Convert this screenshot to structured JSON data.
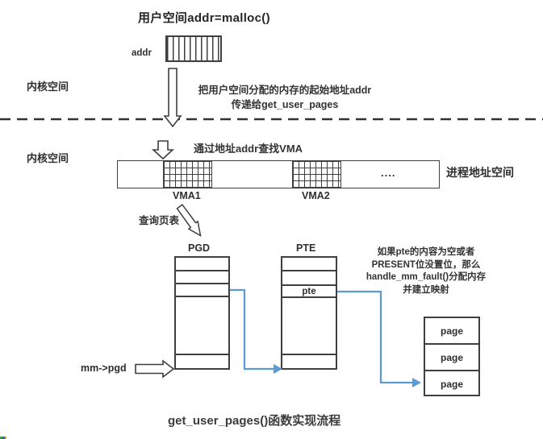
{
  "header": {
    "title": "用户空间addr=malloc()"
  },
  "user_space": {
    "addr_label": "addr"
  },
  "kernel": {
    "top_label": "内核空间",
    "mid_label": "内核空间"
  },
  "flow": {
    "pass_line1": "把用户空间分配的内存的起始地址addr",
    "pass_line2": "传递给get_user_pages",
    "find_vma": "通过地址addr查找VMA",
    "query_page_table": "查询页表"
  },
  "address_space": {
    "label": "进程地址空间",
    "vma1": "VMA1",
    "vma2": "VMA2",
    "dots": "...."
  },
  "page_tables": {
    "pgd_title": "PGD",
    "pte_title": "PTE",
    "pte_cell": "pte",
    "mm_pgd": "mm->pgd"
  },
  "fault_note": {
    "line1": "如果pte的内容为空或者",
    "line2": "PRESENT位没置位，那么",
    "line3": "handle_mm_fault()分配内存",
    "line4": "并建立映射"
  },
  "pages": {
    "cells": [
      "page",
      "page",
      "page"
    ]
  },
  "caption": "get_user_pages()函数实现流程",
  "colors": {
    "stroke": "#3f3f3f",
    "connector": "#5b9bd5"
  }
}
